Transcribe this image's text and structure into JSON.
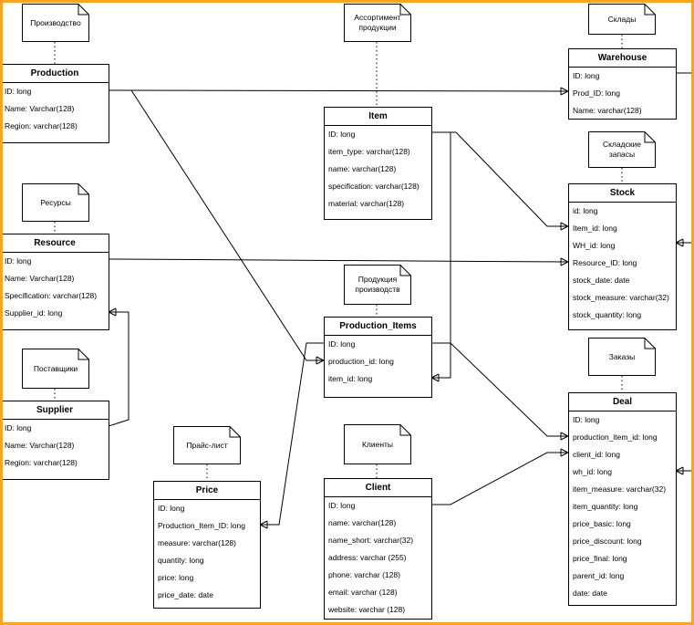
{
  "notes": {
    "production": "Производство",
    "items": "Ассортимент\nпродукции",
    "warehouses": "Склады",
    "stock": "Складские\nзапасы",
    "resources": "Ресурсы",
    "production_items": "Продукция\nпроизводств",
    "suppliers": "Поставщики",
    "orders": "Заказы",
    "price_list": "Прайс-лист",
    "clients": "Клиенты"
  },
  "entities": {
    "production": {
      "title": "Production",
      "fields": [
        "ID: long",
        "Name: Varchar(128)",
        "Region: varchar(128)"
      ]
    },
    "item": {
      "title": "Item",
      "fields": [
        "ID: long",
        "item_type: varchar(128)",
        "name: varchar(128)",
        "specification: varchar(128)",
        "material: varchar(128)"
      ]
    },
    "warehouse": {
      "title": "Warehouse",
      "fields": [
        "ID: long",
        "Prod_ID: long",
        "Name: varchar(128)"
      ]
    },
    "stock": {
      "title": "Stock",
      "fields": [
        "id: long",
        "Item_id: long",
        "WH_id: long",
        "Resource_ID: long",
        "stock_date: date",
        "stock_measure: varchar(32)",
        "stock_quantity: long"
      ]
    },
    "resource": {
      "title": "Resource",
      "fields": [
        "ID: long",
        "Name: Varchar(128)",
        "Specification: varchar(128)",
        "Supplier_id: long"
      ]
    },
    "production_items": {
      "title": "Production_Items",
      "fields": [
        "ID: long",
        "production_id: long",
        "item_id: long"
      ]
    },
    "supplier": {
      "title": "Supplier",
      "fields": [
        "ID: long",
        "Name: Varchar(128)",
        "Region: varchar(128)"
      ]
    },
    "deal": {
      "title": "Deal",
      "fields": [
        "ID: long",
        "production_item_id: long",
        "client_id: long",
        "wh_id: long",
        "item_measure: varchar(32)",
        "item_quantity: long",
        "price_basic: long",
        "price_discount: long",
        "price_final: long",
        "parent_id: long",
        "date: date"
      ]
    },
    "price": {
      "title": "Price",
      "fields": [
        "ID: long",
        "Production_Item_ID: long",
        "measure: varchar(128)",
        "quantity: long",
        "price: long",
        "price_date: date"
      ]
    },
    "client": {
      "title": "Client",
      "fields": [
        "ID: long",
        "name: varchar(128)",
        "name_short: varchar(32)",
        "address: varchar (255)",
        "phone: varchar (128)",
        "email: varchar (128)",
        "website: varchar (128)"
      ]
    }
  }
}
